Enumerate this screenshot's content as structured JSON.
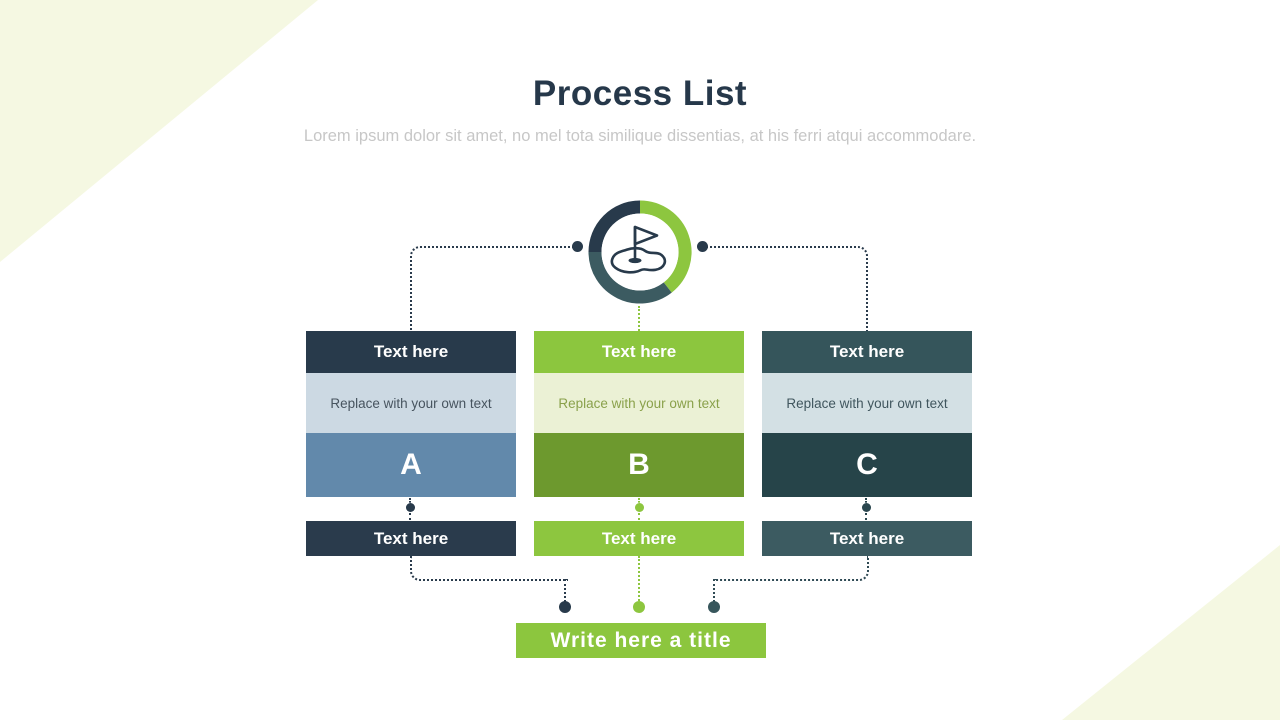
{
  "slide": {
    "title": "Process List",
    "subtitle": "Lorem ipsum dolor sit amet, no mel tota similique dissentias, at his ferri atqui accommodare.",
    "banner": "Write here a title"
  },
  "center": {
    "icon": "golf-flag-icon"
  },
  "columns": [
    {
      "id": "A",
      "header_label": "Text here",
      "body_text": "Replace with your own text",
      "letter": "A",
      "bottom_label": "Text here"
    },
    {
      "id": "B",
      "header_label": "Text here",
      "body_text": "Replace with your own text",
      "letter": "B",
      "bottom_label": "Text here"
    },
    {
      "id": "C",
      "header_label": "Text here",
      "body_text": "Replace with your own text",
      "letter": "C",
      "bottom_label": "Text here"
    }
  ],
  "palette": {
    "navy": "#283a4b",
    "green": "#8dc63f",
    "olive": "#6d992e",
    "teal": "#35555b",
    "dark_teal": "#264449",
    "steel_blue": "#6289ab",
    "light_blue_body": "#ccd9e3",
    "light_green_body": "#ebf1d5",
    "light_teal_body": "#d3e0e4",
    "corner_pale": "#f5f8e2",
    "subtitle_gray": "#c7c7c7"
  }
}
